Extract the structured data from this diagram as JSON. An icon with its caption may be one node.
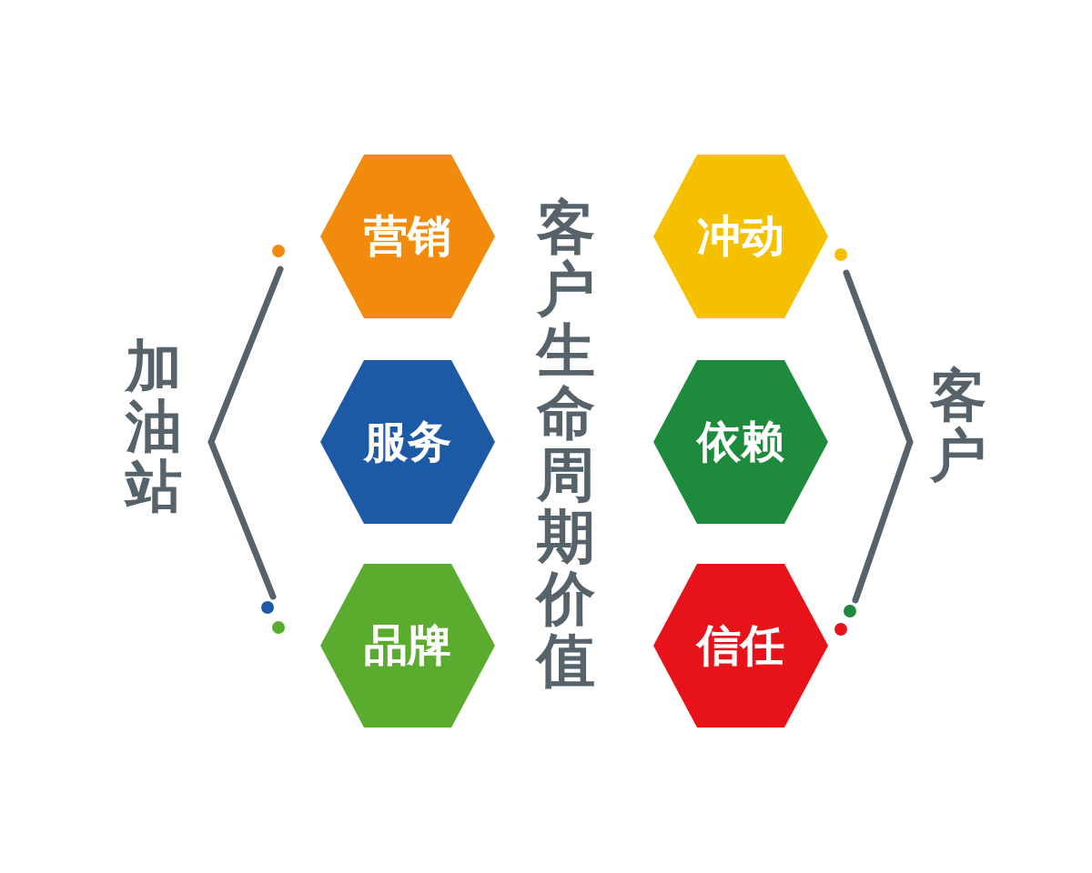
{
  "diagram": {
    "nodes": [
      {
        "text": [
          "营销"
        ]
      },
      {
        "text": [
          "服务"
        ]
      },
      {
        "text": [
          "品牌"
        ]
      },
      {
        "text": [
          "冲动"
        ]
      },
      {
        "text": [
          "依赖"
        ]
      },
      {
        "text": [
          "信任"
        ]
      }
    ],
    "labels": [
      "加油站",
      "客户生命周期价值",
      "客户"
    ]
  }
}
